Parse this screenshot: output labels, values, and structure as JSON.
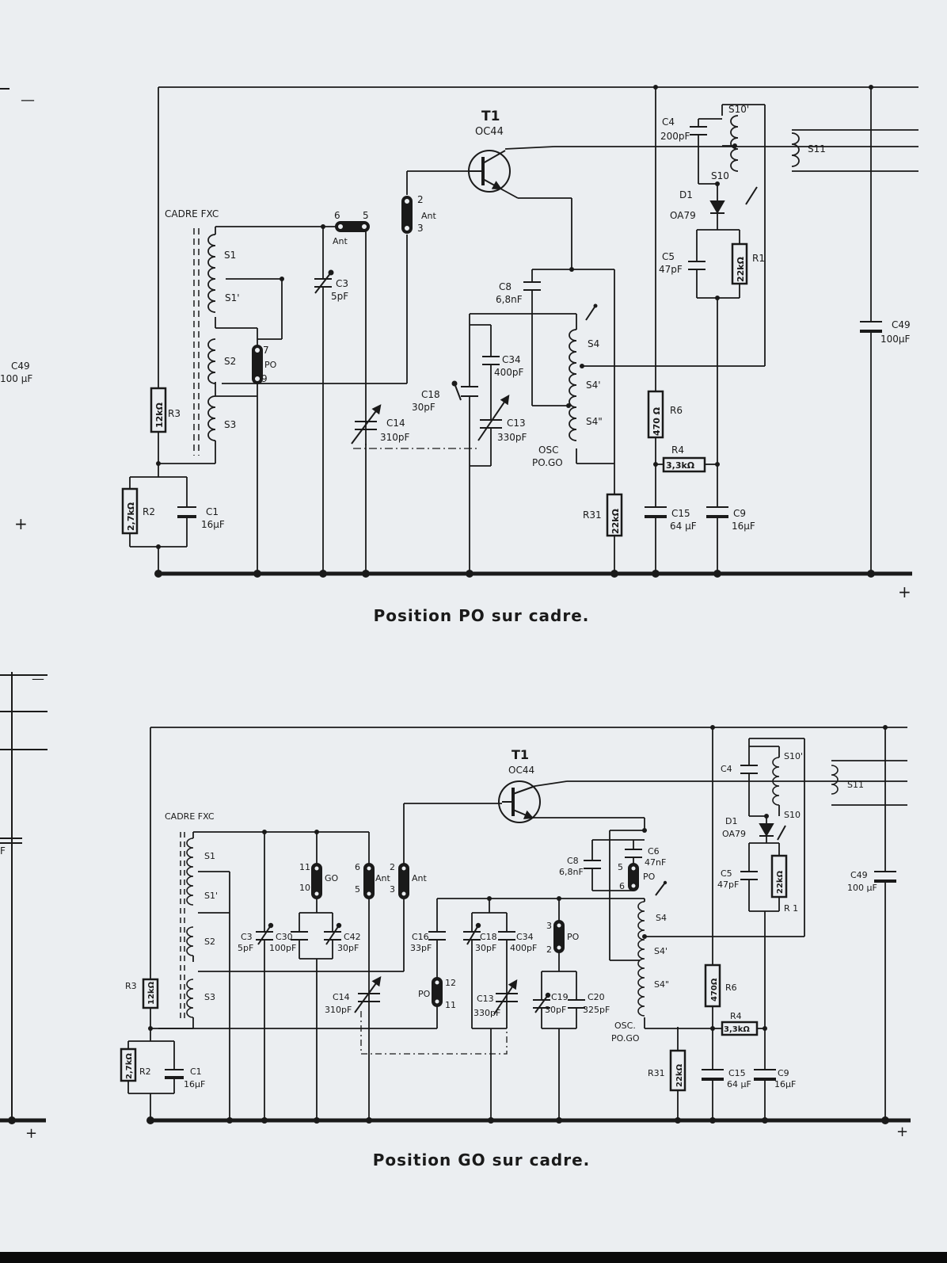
{
  "colors": {
    "paper": "#ebeef1",
    "ink": "#1a1a1a"
  },
  "left_margin": {
    "top_minus": "—",
    "c49": "C49",
    "c49_value": "100 µF",
    "plus_top": "+",
    "bottom_minus": "—",
    "f": "F",
    "plus_bottom": "+"
  },
  "top": {
    "caption": "Position PO sur cadre.",
    "t1": "T1",
    "t1_type": "OC44",
    "cadre": "CADRE FXC",
    "s1": "S1",
    "s1p": "S1'",
    "s2": "S2",
    "s3": "S3",
    "sw_ant_6": "6",
    "sw_ant_5": "5",
    "sw_ant_label": "Ant",
    "sw_ant2_2": "2",
    "sw_ant2_3": "3",
    "sw_ant2_label": "Ant",
    "sw_po_7": "7",
    "sw_po_label": "PO",
    "sw_po_9": "9",
    "c3": "C3",
    "c3_v": "5pF",
    "c8": "C8",
    "c8_v": "6,8nF",
    "c34": "C34",
    "c34_v": "400pF",
    "c18": "C18",
    "c18_v": "30pF",
    "c13": "C13",
    "c13_v": "330pF",
    "c14": "C14",
    "c14_v": "310pF",
    "s4": "S4",
    "s4p": "S4'",
    "s4pp": "S4\"",
    "osc": "OSC",
    "osc_v": "PO.GO",
    "c4": "C4",
    "c4_v": "200pF",
    "s10p": "S10'",
    "s10": "S10",
    "s11": "S11",
    "d1": "D1",
    "d1_v": "OA79",
    "c5": "C5",
    "c5_v": "47pF",
    "r1": "R1",
    "r1_v": "22kΩ",
    "r6": "R6",
    "r6_v": "470 Ω",
    "r4": "R4",
    "r4_v": "3,3kΩ",
    "r31": "R31",
    "r31_v": "22kΩ",
    "c15": "C15",
    "c15_v": "64 µF",
    "c9": "C9",
    "c9_v": "16µF",
    "c49": "C49",
    "c49_v": "100µF",
    "r3": "R3",
    "r3_v": "12kΩ",
    "r2": "R2",
    "r2_v": "2,7kΩ",
    "c1": "C1",
    "c1_v": "16µF",
    "plus": "+"
  },
  "bottom": {
    "caption": "Position GO sur cadre.",
    "t1": "T1",
    "t1_type": "OC44",
    "cadre": "CADRE FXC",
    "s1": "S1",
    "s1p": "S1'",
    "s2": "S2",
    "s3": "S3",
    "sw_go_11": "11",
    "sw_go_10": "10",
    "sw_go_label": "GO",
    "sw_ant_6": "6",
    "sw_ant_5": "5",
    "sw_ant_label": "Ant",
    "sw_ant2_2": "2",
    "sw_ant2_3": "3",
    "sw_ant2_label": "Ant",
    "c3": "C3",
    "c3_v": "5pF",
    "c30": "C30",
    "c30_v": "100pF",
    "c42": "C42",
    "c42_v": "30pF",
    "c14": "C14",
    "c14_v": "310pF",
    "c16": "C16",
    "c16_v": "33pF",
    "sw_po12_12": "12",
    "sw_po12_label": "PO",
    "sw_po12_11": "11",
    "c18": "C18",
    "c18_v": "30pF",
    "c34": "C34",
    "c34_v": "400pF",
    "c13": "C13",
    "c13_v": "330pF",
    "sw_po3_3": "3",
    "sw_po3_label": "PO",
    "sw_po3_2": "2",
    "c19": "C19",
    "c19_v": "30pF",
    "c20": "C20",
    "c20_v": "325pF",
    "c8": "C8",
    "c8_v": "6,8nF",
    "c6": "C6",
    "c6_v": "47nF",
    "sw_po5_5": "5",
    "sw_po5_label": "PO",
    "sw_po5_6": "6",
    "s4": "S4",
    "s4p": "S4'",
    "s4pp": "S4\"",
    "osc": "OSC.",
    "osc_v": "PO.GO",
    "c4": "C4",
    "s10p": "S10'",
    "s10": "S10",
    "s11": "S11",
    "d1": "D1",
    "d1_v": "OA79",
    "c5": "C5",
    "c5_v": "47pF",
    "r1": "R 1",
    "r1_v": "22kΩ",
    "r6": "R6",
    "r6_v": "470Ω",
    "r4": "R4",
    "r4_v": "3,3kΩ",
    "r31": "R31",
    "r31_v": "22kΩ",
    "c15": "C15",
    "c15_v": "64 µF",
    "c9": "C9",
    "c9_v": "16µF",
    "c49": "C49",
    "c49_v": "100 µF",
    "r3": "R3",
    "r3_v": "12kΩ",
    "r2": "R2",
    "r2_v": "2,7kΩ",
    "c1": "C1",
    "c1_v": "16µF",
    "plus": "+"
  }
}
